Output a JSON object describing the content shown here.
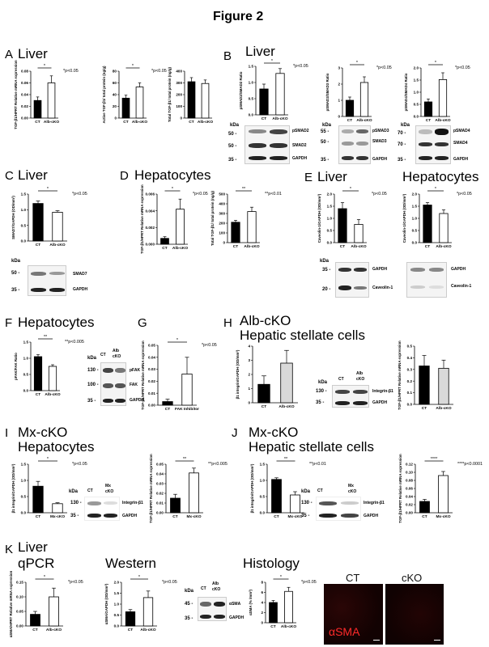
{
  "title": "Figure 2",
  "panels": {
    "A": {
      "letter": "A",
      "heading": "Liver"
    },
    "B": {
      "letter": "B",
      "heading": "Liver"
    },
    "C": {
      "letter": "C",
      "heading": "Liver"
    },
    "D": {
      "letter": "D",
      "heading": "Hepatocytes"
    },
    "E": {
      "letter": "E",
      "heading": "Liver",
      "heading2": "Hepatocytes"
    },
    "F": {
      "letter": "F",
      "heading": "Hepatocytes"
    },
    "G": {
      "letter": "G"
    },
    "H": {
      "letter": "H",
      "heading": "Alb-cKO",
      "subheading": "Hepatic stellate cells"
    },
    "I": {
      "letter": "I",
      "heading": "Mx-cKO",
      "subheading": "Hepatocytes"
    },
    "J": {
      "letter": "J",
      "heading": "Mx-cKO",
      "subheading": "Hepatic stellate cells"
    },
    "K": {
      "letter": "K",
      "heading": "Liver",
      "sub_qpcr": "qPCR",
      "sub_western": "Western",
      "sub_histology": "Histology"
    }
  },
  "blot_text": {
    "kda": "kDa",
    "ct": "CT",
    "alb": "Alb",
    "ckO_short": "cKO",
    "mx": "Mx",
    "psmad2": "pSMAD2",
    "smad2": "SMAD2",
    "psmad3": "pSMAD3",
    "smad3": "SMAD3",
    "psmad4": "pSMAD4",
    "smad4": "SMAD4",
    "gapdh": "GAPDH",
    "smad7": "SMAD7",
    "caveolin": "Caveolin-1",
    "pfak": "pFAK",
    "fak": "FAK",
    "integrin": "Integrin-β1",
    "asma": "αSMA",
    "m130": "130 -",
    "m100": "100 -",
    "m50": "50 -",
    "m55": "55 -",
    "m70": "70 -",
    "m35": "35 -",
    "m20": "20 -",
    "m45": "45 -"
  },
  "micrographs": {
    "ct_label": "CT",
    "cko_label": "cKO",
    "stain_label": "αSMA"
  },
  "chart_data": [
    {
      "id": "A1",
      "type": "bar",
      "categories": [
        "CT",
        "Alb-cKO"
      ],
      "values": [
        0.03,
        0.06
      ],
      "errors": [
        0.006,
        0.012
      ],
      "ylim": [
        0,
        0.08
      ],
      "yticks": [
        "0.00",
        "0.02",
        "0.04",
        "0.06",
        "0.08"
      ],
      "ylabel": "TGF-β1/HPRT Relative mRNA expression",
      "sig": "*",
      "sig_note": "*p<0.05",
      "colors": [
        "#000000",
        "#ffffff"
      ]
    },
    {
      "id": "A2",
      "type": "bar",
      "categories": [
        "CT",
        "Alb-cKO"
      ],
      "values": [
        34,
        53
      ],
      "errors": [
        5,
        7
      ],
      "ylim": [
        0,
        80
      ],
      "yticks": [
        "0",
        "20",
        "40",
        "60",
        "80"
      ],
      "ylabel": "Active TGF-β1/ total protein (ng/g)",
      "sig": "*",
      "sig_note": "*p<0.05",
      "colors": [
        "#000000",
        "#ffffff"
      ]
    },
    {
      "id": "A3",
      "type": "bar",
      "categories": [
        "CT",
        "Alb-cKO"
      ],
      "values": [
        310,
        295
      ],
      "errors": [
        35,
        30
      ],
      "ylim": [
        0,
        400
      ],
      "yticks": [
        "0",
        "100",
        "200",
        "300",
        "400"
      ],
      "ylabel": "Total TGF-β1/ total protein (ng/g)",
      "sig": "",
      "sig_note": "",
      "colors": [
        "#000000",
        "#ffffff"
      ]
    },
    {
      "id": "B1",
      "type": "bar",
      "categories": [
        "CT",
        "Alb-cKO"
      ],
      "values": [
        0.8,
        1.28
      ],
      "errors": [
        0.15,
        0.15
      ],
      "ylim": [
        0,
        1.5
      ],
      "yticks": [
        "0.0",
        "0.5",
        "1.0",
        "1.5"
      ],
      "ylabel": "pSMAD2/SMAD2 Ratio",
      "sig": "*",
      "sig_note": "*p<0.05",
      "colors": [
        "#000000",
        "#ffffff"
      ]
    },
    {
      "id": "B2",
      "type": "bar",
      "categories": [
        "CT",
        "Alb-cKO"
      ],
      "values": [
        1.0,
        2.1
      ],
      "errors": [
        0.2,
        0.35
      ],
      "ylim": [
        0,
        3
      ],
      "yticks": [
        "0",
        "1",
        "2",
        "3"
      ],
      "ylabel": "pSMAD3/SMAD3 Ratio",
      "sig": "*",
      "sig_note": "*p<0.05",
      "colors": [
        "#000000",
        "#ffffff"
      ]
    },
    {
      "id": "B3",
      "type": "bar",
      "categories": [
        "CT",
        "Alb-cKO"
      ],
      "values": [
        0.6,
        1.52
      ],
      "errors": [
        0.12,
        0.28
      ],
      "ylim": [
        0,
        2.0
      ],
      "yticks": [
        "0.0",
        "0.5",
        "1.0",
        "1.5",
        "2.0"
      ],
      "ylabel": "pSMAD4/SMAD4 Ratio",
      "sig": "*",
      "sig_note": "*p<0.05",
      "colors": [
        "#000000",
        "#ffffff"
      ]
    },
    {
      "id": "C1",
      "type": "bar",
      "categories": [
        "CT",
        "Alb-cKO"
      ],
      "values": [
        1.2,
        0.92
      ],
      "errors": [
        0.08,
        0.05
      ],
      "ylim": [
        0,
        1.5
      ],
      "yticks": [
        "0.0",
        "0.5",
        "1.0",
        "1.5"
      ],
      "ylabel": "SMAD7/GAPDH (OD/mm²)",
      "sig": "*",
      "sig_note": "*p<0.05",
      "colors": [
        "#000000",
        "#ffffff"
      ]
    },
    {
      "id": "D1",
      "type": "bar",
      "categories": [
        "CT",
        "Alb-cKO"
      ],
      "values": [
        0.0007,
        0.0042
      ],
      "errors": [
        0.0002,
        0.0012
      ],
      "ylim": [
        0,
        0.006
      ],
      "yticks": [
        "0.000",
        "0.002",
        "0.004",
        "0.006"
      ],
      "ylabel": "TGF-β1/HPRT Relative mRNA expression",
      "sig": "*",
      "sig_note": "*p<0.05",
      "colors": [
        "#000000",
        "#ffffff"
      ]
    },
    {
      "id": "D2",
      "type": "bar",
      "categories": [
        "CT",
        "Alb-cKO"
      ],
      "values": [
        210,
        320
      ],
      "errors": [
        20,
        45
      ],
      "ylim": [
        0,
        500
      ],
      "yticks": [
        "0",
        "100",
        "200",
        "300",
        "400",
        "500"
      ],
      "ylabel": "Total TGF-β1/ total protein (ng/g)",
      "sig": "**",
      "sig_note": "**p<0.01",
      "colors": [
        "#000000",
        "#ffffff"
      ]
    },
    {
      "id": "E1",
      "type": "bar",
      "categories": [
        "CT",
        "Alb-cKO"
      ],
      "values": [
        1.4,
        0.75
      ],
      "errors": [
        0.25,
        0.2
      ],
      "ylim": [
        0,
        2.0
      ],
      "yticks": [
        "0.0",
        "0.5",
        "1.0",
        "1.5",
        "2.0"
      ],
      "ylabel": "Caveolin-1/GAPDH (OD/mm²)",
      "sig": "*",
      "sig_note": "*p<0.05",
      "colors": [
        "#000000",
        "#ffffff"
      ]
    },
    {
      "id": "E2",
      "type": "bar",
      "categories": [
        "CT",
        "Alb-cKO"
      ],
      "values": [
        1.55,
        1.2
      ],
      "errors": [
        0.1,
        0.15
      ],
      "ylim": [
        0,
        2.0
      ],
      "yticks": [
        "0.0",
        "0.5",
        "1.0",
        "1.5",
        "2.0"
      ],
      "ylabel": "Caveolin-1/GAPDH (OD/mm²)",
      "sig": "*",
      "sig_note": "*p<0.05",
      "colors": [
        "#000000",
        "#ffffff"
      ]
    },
    {
      "id": "F1",
      "type": "bar",
      "categories": [
        "CT",
        "Alb-cKO"
      ],
      "values": [
        1.05,
        0.75
      ],
      "errors": [
        0.06,
        0.05
      ],
      "ylim": [
        0,
        1.5
      ],
      "yticks": [
        "0.0",
        "0.5",
        "1.0",
        "1.5"
      ],
      "ylabel": "pFAK/FAK Ratio",
      "sig": "**",
      "sig_note": "**p<0.005",
      "colors": [
        "#000000",
        "#ffffff"
      ]
    },
    {
      "id": "G1",
      "type": "bar",
      "categories": [
        "CT",
        "FAK Inhibitor"
      ],
      "values": [
        0.003,
        0.026
      ],
      "errors": [
        0.002,
        0.014
      ],
      "ylim": [
        0,
        0.05
      ],
      "yticks": [
        "0.00",
        "0.01",
        "0.02",
        "0.03",
        "0.04",
        "0.05"
      ],
      "ylabel": "TGF-β1/HPRT Relative mRNA expression",
      "sig": "*",
      "sig_note": "*p<0.05",
      "colors": [
        "#000000",
        "#ffffff"
      ]
    },
    {
      "id": "H1",
      "type": "bar",
      "categories": [
        "CT",
        "Alb-cKO"
      ],
      "values": [
        1.3,
        2.8
      ],
      "errors": [
        0.6,
        0.9
      ],
      "ylim": [
        0,
        4
      ],
      "yticks": [
        "0",
        "1",
        "2",
        "3",
        "4"
      ],
      "ylabel": "β1 integrin/GAPDH (OD/mm²)",
      "sig": "",
      "sig_note": "",
      "colors": [
        "#000000",
        "#d9d9d9"
      ]
    },
    {
      "id": "H2",
      "type": "bar",
      "categories": [
        "CT",
        "Alb-cKO"
      ],
      "values": [
        0.33,
        0.31
      ],
      "errors": [
        0.09,
        0.07
      ],
      "ylim": [
        0,
        0.5
      ],
      "yticks": [
        "0.0",
        "0.1",
        "0.2",
        "0.3",
        "0.4",
        "0.5"
      ],
      "ylabel": "TGF-β1/HPRT Relative mRNA expression",
      "sig": "",
      "sig_note": "",
      "colors": [
        "#000000",
        "#d9d9d9"
      ]
    },
    {
      "id": "I1",
      "type": "bar",
      "categories": [
        "CT",
        "Mx-cKO"
      ],
      "values": [
        0.82,
        0.28
      ],
      "errors": [
        0.15,
        0.03
      ],
      "ylim": [
        0,
        1.5
      ],
      "yticks": [
        "0.0",
        "0.5",
        "1.0",
        "1.5"
      ],
      "ylabel": "β1 integrin/GAPDH (OD/mm²)",
      "sig": "*",
      "sig_note": "*p<0.05",
      "colors": [
        "#000000",
        "#ffffff"
      ]
    },
    {
      "id": "I2",
      "type": "bar",
      "categories": [
        "CT",
        "Mx-cKO"
      ],
      "values": [
        0.015,
        0.041
      ],
      "errors": [
        0.004,
        0.005
      ],
      "ylim": [
        0,
        0.05
      ],
      "yticks": [
        "0.00",
        "0.01",
        "0.02",
        "0.03",
        "0.04",
        "0.05"
      ],
      "ylabel": "TGF-β1/HPRT Relative mRNA expression",
      "sig": "**",
      "sig_note": "**p<0.005",
      "colors": [
        "#000000",
        "#ffffff"
      ]
    },
    {
      "id": "J1",
      "type": "bar",
      "categories": [
        "CT",
        "Mx-cKO"
      ],
      "values": [
        1.03,
        0.55
      ],
      "errors": [
        0.05,
        0.1
      ],
      "ylim": [
        0,
        1.5
      ],
      "yticks": [
        "0.0",
        "0.5",
        "1.0",
        "1.5"
      ],
      "ylabel": "β1 integrin/GAPDH (OD/mm²)",
      "sig": "**",
      "sig_note": "**p<0.01",
      "colors": [
        "#000000",
        "#ffffff"
      ]
    },
    {
      "id": "J2",
      "type": "bar",
      "categories": [
        "CT",
        "Mx-cKO"
      ],
      "values": [
        0.028,
        0.092
      ],
      "errors": [
        0.005,
        0.01
      ],
      "ylim": [
        0,
        0.12
      ],
      "yticks": [
        "0.00",
        "0.02",
        "0.04",
        "0.06",
        "0.08",
        "0.10",
        "0.12"
      ],
      "ylabel": "TGF-β1/HPRT Relative mRNA expression",
      "sig": "****",
      "sig_note": "****p<0.0001",
      "colors": [
        "#000000",
        "#ffffff"
      ]
    },
    {
      "id": "K1",
      "type": "bar",
      "categories": [
        "CT",
        "Alb-cKO"
      ],
      "values": [
        0.04,
        0.1
      ],
      "errors": [
        0.01,
        0.03
      ],
      "ylim": [
        0,
        0.15
      ],
      "yticks": [
        "0.00",
        "0.05",
        "0.10",
        "0.15"
      ],
      "ylabel": "αSMA/HPRT Relative mRNA expression",
      "sig": "*",
      "sig_note": "*p<0.05",
      "colors": [
        "#000000",
        "#ffffff"
      ]
    },
    {
      "id": "K2",
      "type": "bar",
      "categories": [
        "CT",
        "Alb-cKO"
      ],
      "values": [
        0.65,
        1.3
      ],
      "errors": [
        0.1,
        0.3
      ],
      "ylim": [
        0,
        2.0
      ],
      "yticks": [
        "0.0",
        "0.5",
        "1.0",
        "1.5",
        "2.0"
      ],
      "ylabel": "αSMA/GAPDH (OD/mm²)",
      "sig": "*",
      "sig_note": "*p<0.05",
      "colors": [
        "#000000",
        "#ffffff"
      ]
    },
    {
      "id": "K3",
      "type": "bar",
      "categories": [
        "CT",
        "Alb-cKO"
      ],
      "values": [
        4.0,
        6.2
      ],
      "errors": [
        0.4,
        0.8
      ],
      "ylim": [
        0,
        8
      ],
      "yticks": [
        "0",
        "2",
        "4",
        "6",
        "8"
      ],
      "ylabel": "αSMA (% /mm²)",
      "sig": "*",
      "sig_note": "*p<0.05",
      "colors": [
        "#000000",
        "#ffffff"
      ]
    }
  ]
}
